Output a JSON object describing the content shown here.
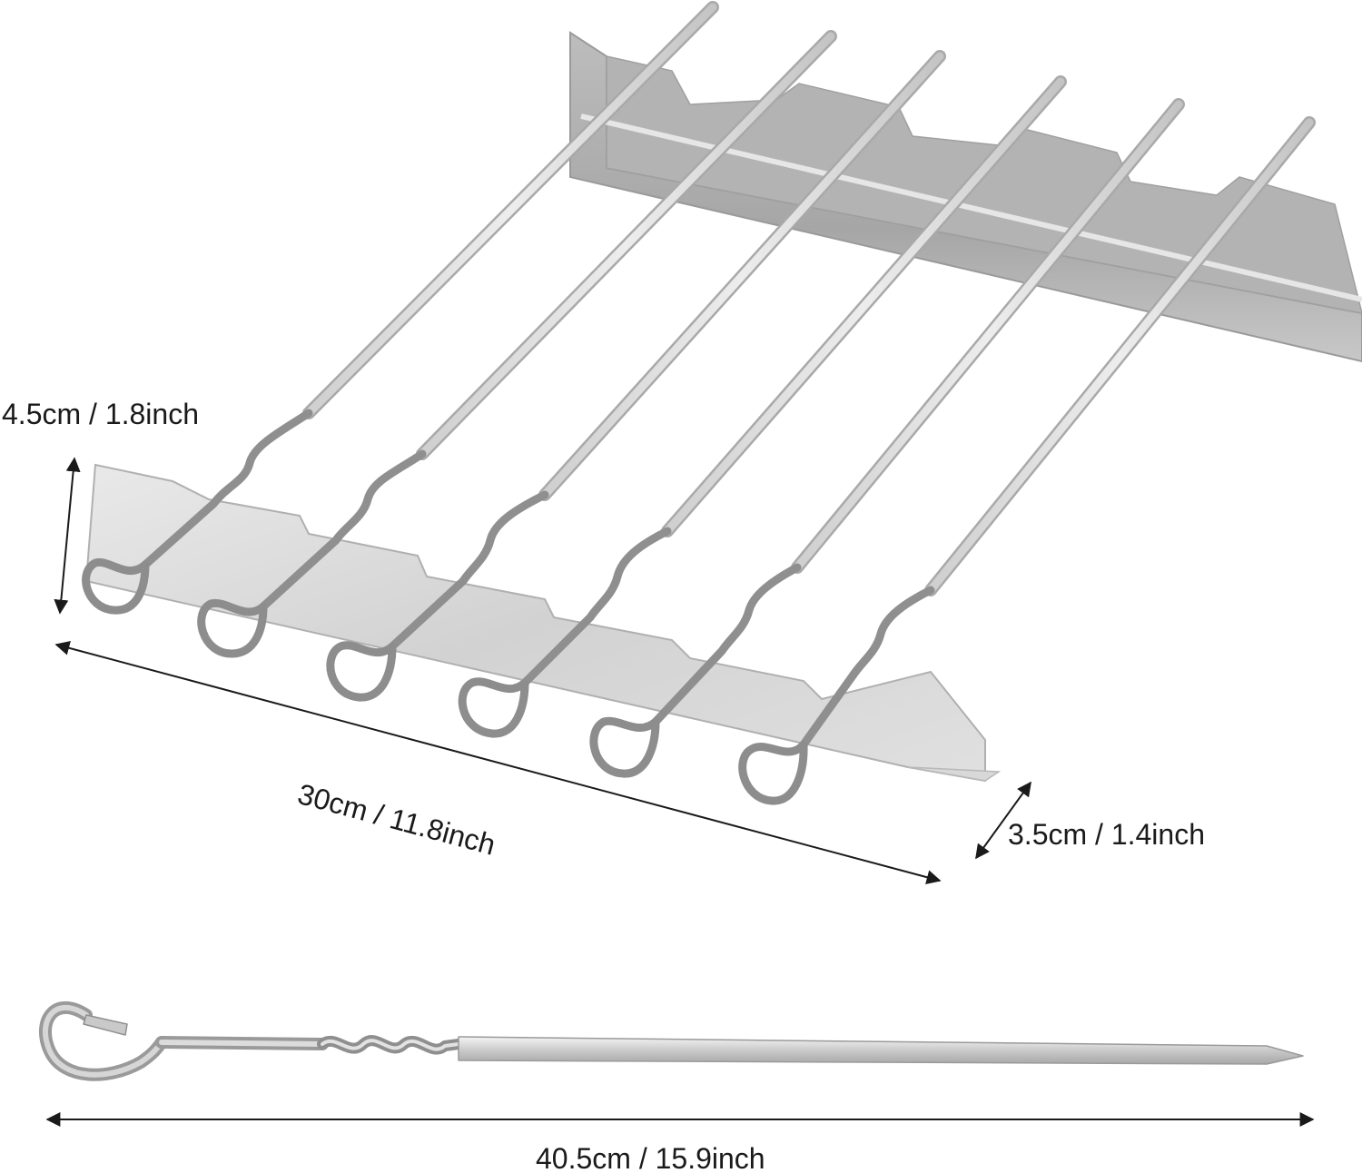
{
  "labels": {
    "rack_height": "4.5cm / 1.8inch",
    "rack_length": "30cm / 11.8inch",
    "rack_depth": "3.5cm / 1.4inch",
    "skewer_length": "40.5cm / 15.9inch"
  },
  "colors": {
    "steel_light": "#e6e6e6",
    "steel_mid": "#b9b9b9",
    "steel_dark": "#8f8f8f",
    "dimension_line": "#1a1a1a"
  },
  "objects": {
    "skewer_count": 6,
    "rack_count": 2
  }
}
